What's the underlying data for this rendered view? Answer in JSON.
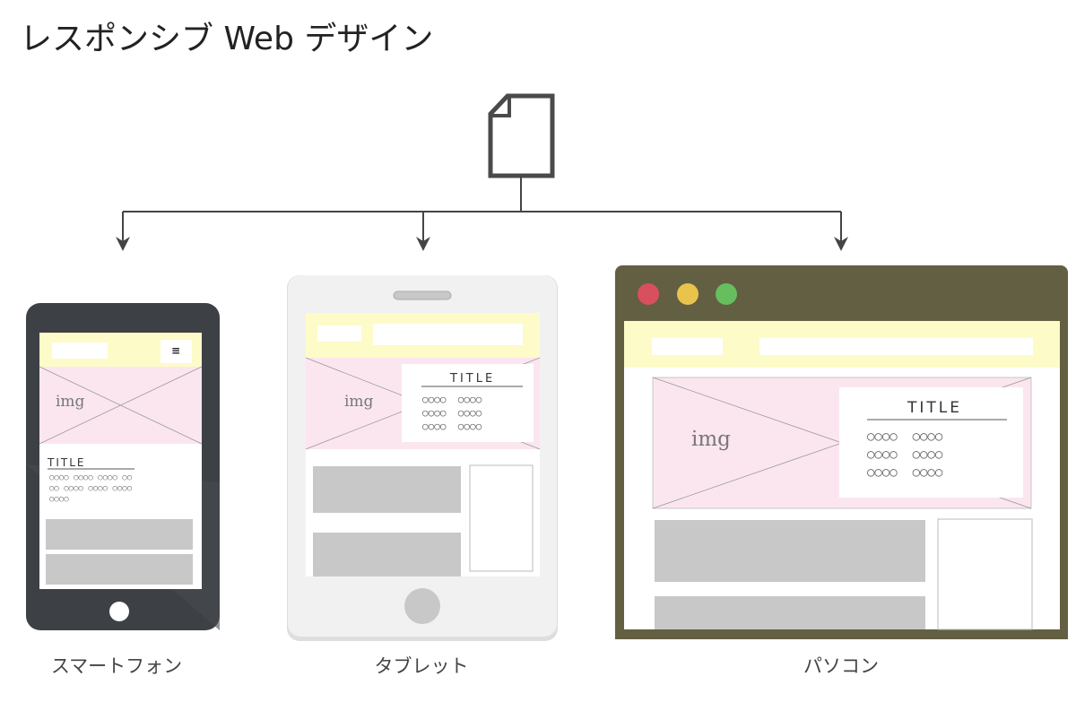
{
  "title": "レスポンシブ Web デザイン",
  "devices": {
    "smartphone": {
      "label": "スマートフォン",
      "img": "img",
      "title": "TITLE",
      "menu_icon": "≡",
      "text_rows": [
        "○○○○ ○○○○ ○○○○ ○○",
        "○○ ○○○○ ○○○○ ○○○○",
        "○○○○"
      ]
    },
    "tablet": {
      "label": "タブレット",
      "img": "img",
      "title": "TITLE",
      "text_rows": [
        "○○○○  ○○○○",
        "○○○○  ○○○○",
        "○○○○  ○○○○"
      ]
    },
    "pc": {
      "label": "パソコン",
      "img": "img",
      "title": "TITLE",
      "text_rows": [
        "○○○○  ○○○○",
        "○○○○  ○○○○",
        "○○○○  ○○○○"
      ],
      "window_buttons": {
        "close": "#d8505e",
        "minimize": "#e8c44c",
        "maximize": "#66be5e"
      }
    }
  },
  "colors": {
    "header": "#fdfbc8",
    "image_area": "#fbe6f0",
    "placeholder": "#c8c8c8",
    "phone_body": "#3d4146",
    "tablet_body": "#f1f1f1",
    "pc_frame": "#625f43"
  },
  "icons": {
    "document": "document-icon"
  }
}
